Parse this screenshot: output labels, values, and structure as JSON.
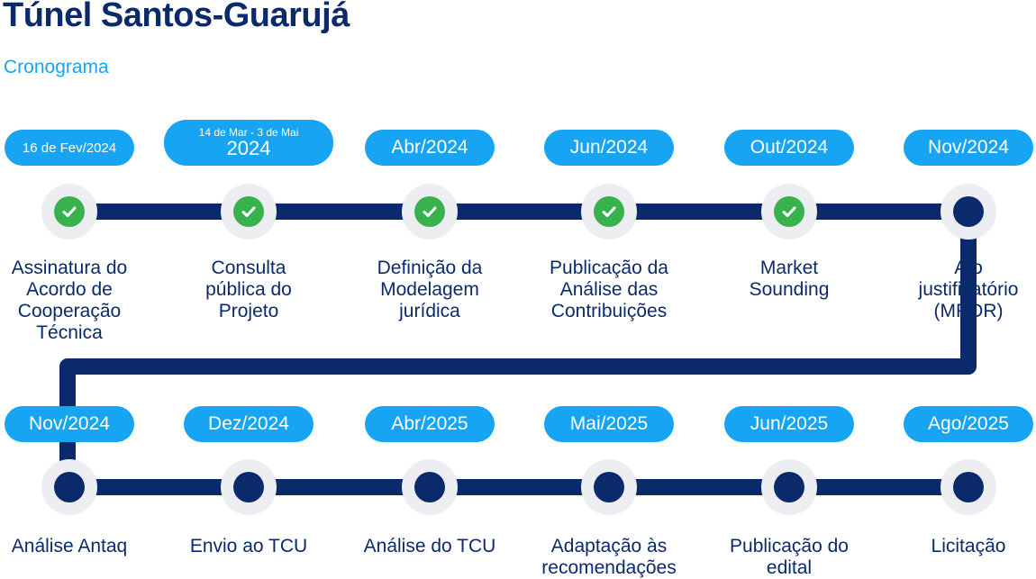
{
  "title": "Túnel Santos-Guarujá",
  "subtitle": "Cronograma",
  "colors": {
    "navy": "#0b2a6b",
    "accent": "#17a4f2",
    "done": "#37b24d",
    "node_ring": "#eceef1"
  },
  "milestones_row1": [
    {
      "date": "16 de Fev/2024",
      "label": [
        "Assinatura do",
        "Acordo de",
        "Cooperação",
        "Técnica"
      ],
      "status": "done",
      "icon": "check-icon"
    },
    {
      "date_line1": "14 de Mar - 3 de Mai",
      "date_line2": "2024",
      "label": [
        "Consulta",
        "pública do",
        "Projeto"
      ],
      "status": "done",
      "icon": "check-icon"
    },
    {
      "date": "Abr/2024",
      "label": [
        "Definição da",
        "Modelagem",
        "jurídica"
      ],
      "status": "done",
      "icon": "check-icon"
    },
    {
      "date": "Jun/2024",
      "label": [
        "Publicação da",
        "Análise das",
        "Contribuições"
      ],
      "status": "done",
      "icon": "check-icon"
    },
    {
      "date": "Out/2024",
      "label": [
        "Market",
        "Sounding"
      ],
      "status": "done",
      "icon": "check-icon"
    },
    {
      "date": "Nov/2024",
      "label": [
        "Ato",
        "justificatório",
        "(MPOR)"
      ],
      "status": "pending",
      "icon": "dot-icon"
    }
  ],
  "milestones_row2": [
    {
      "date": "Nov/2024",
      "label": [
        "Análise Antaq"
      ],
      "status": "pending",
      "icon": "dot-icon"
    },
    {
      "date": "Dez/2024",
      "label": [
        "Envio ao TCU"
      ],
      "status": "pending",
      "icon": "dot-icon"
    },
    {
      "date": "Abr/2025",
      "label": [
        "Análise do TCU"
      ],
      "status": "pending",
      "icon": "dot-icon"
    },
    {
      "date": "Mai/2025",
      "label": [
        "Adaptação às",
        "recomendações"
      ],
      "status": "pending",
      "icon": "dot-icon"
    },
    {
      "date": "Jun/2025",
      "label": [
        "Publicação do",
        "edital"
      ],
      "status": "pending",
      "icon": "dot-icon"
    },
    {
      "date": "Ago/2025",
      "label": [
        "Licitação"
      ],
      "status": "pending",
      "icon": "dot-icon"
    }
  ]
}
